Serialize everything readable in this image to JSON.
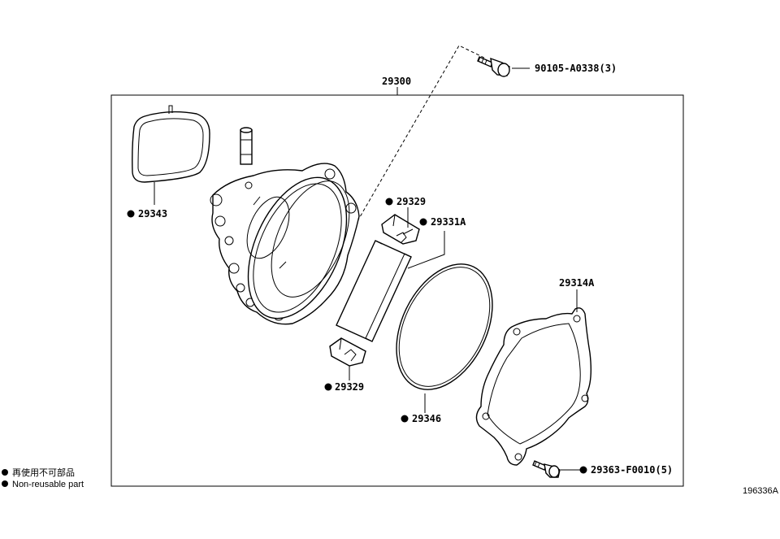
{
  "assembly": {
    "number": "29300"
  },
  "callouts": {
    "bolt_top": "90105-A0338(3)",
    "gasket_left": "29343",
    "clip_upper": "29329",
    "filter": "29331A",
    "clip_lower": "29329",
    "oring": "29346",
    "cover": "29314A",
    "bolt_bottom": "29363-F0010(5)"
  },
  "legend": {
    "items": [
      {
        "label": "再使用不可部品"
      },
      {
        "label": "Non-reusable part"
      }
    ]
  },
  "figure_id": "196336A"
}
